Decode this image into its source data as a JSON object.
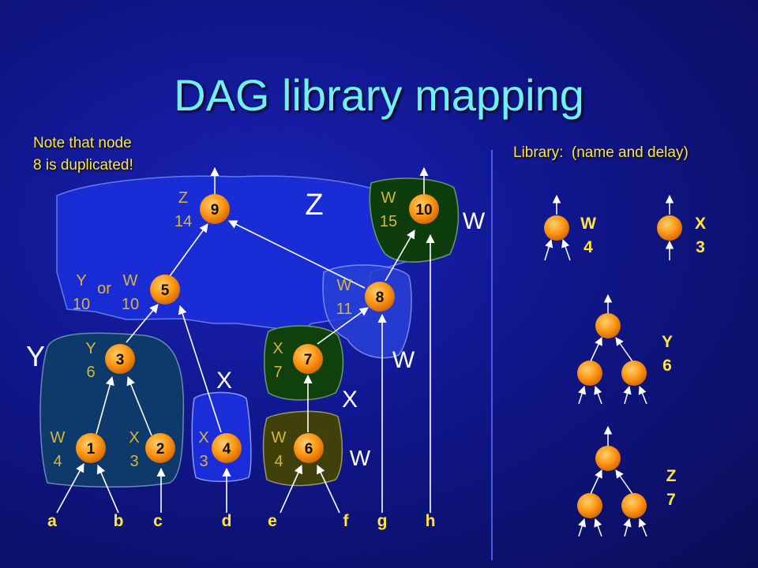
{
  "title": "DAG library mapping",
  "note": "Note that node\n8 is duplicated!",
  "library_title": "Library:  (name and delay)",
  "cover_labels": {
    "z": "Z",
    "w_top": "W",
    "y": "Y",
    "x_left": "X",
    "x_mid": "X",
    "w_mid": "W",
    "w_bottom": "W"
  },
  "nodes": [
    {
      "id": "9",
      "name": "Z",
      "delay": "14"
    },
    {
      "id": "10",
      "name": "W",
      "delay": "15"
    },
    {
      "id": "5",
      "name": "Y",
      "or": "or",
      "alt_name": "W",
      "delay": "10",
      "alt_delay": "10"
    },
    {
      "id": "8",
      "name": "W",
      "delay": "11"
    },
    {
      "id": "3",
      "name": "Y",
      "delay": "6"
    },
    {
      "id": "7",
      "name": "X",
      "delay": "7"
    },
    {
      "id": "1",
      "name": "W",
      "delay": "4"
    },
    {
      "id": "2",
      "name": "X",
      "delay": "3"
    },
    {
      "id": "4",
      "name": "X",
      "delay": "3"
    },
    {
      "id": "6",
      "name": "W",
      "delay": "4"
    }
  ],
  "inputs": [
    "a",
    "b",
    "c",
    "d",
    "e",
    "f",
    "g",
    "h"
  ],
  "library": [
    {
      "name": "W",
      "delay": "4"
    },
    {
      "name": "X",
      "delay": "3"
    },
    {
      "name": "Y",
      "delay": "6"
    },
    {
      "name": "Z",
      "delay": "7"
    }
  ],
  "colors": {
    "background": "#10168a",
    "title": "#6ff0ff",
    "label": "#ffe63a",
    "node": "#ffa020",
    "cover_z": "#1a2dd8",
    "cover_w_top": "#0d3d0d",
    "cover_y": "#0d3a6a",
    "cover_x_green": "#10400c",
    "cover_w_olive": "#40400a"
  }
}
